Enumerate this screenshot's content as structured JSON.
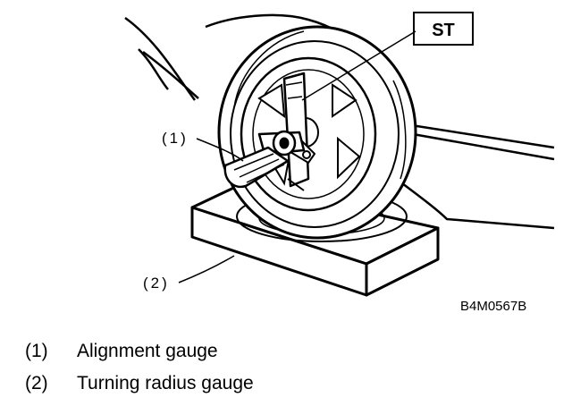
{
  "diagram": {
    "callouts": {
      "st_tag": "ST",
      "item1_marker": "(1)",
      "item2_marker": "(2)"
    },
    "figure_code": "B4M0567B"
  },
  "legend": [
    {
      "marker": "(1)",
      "text": "Alignment gauge"
    },
    {
      "marker": "(2)",
      "text": "Turning radius gauge"
    }
  ]
}
